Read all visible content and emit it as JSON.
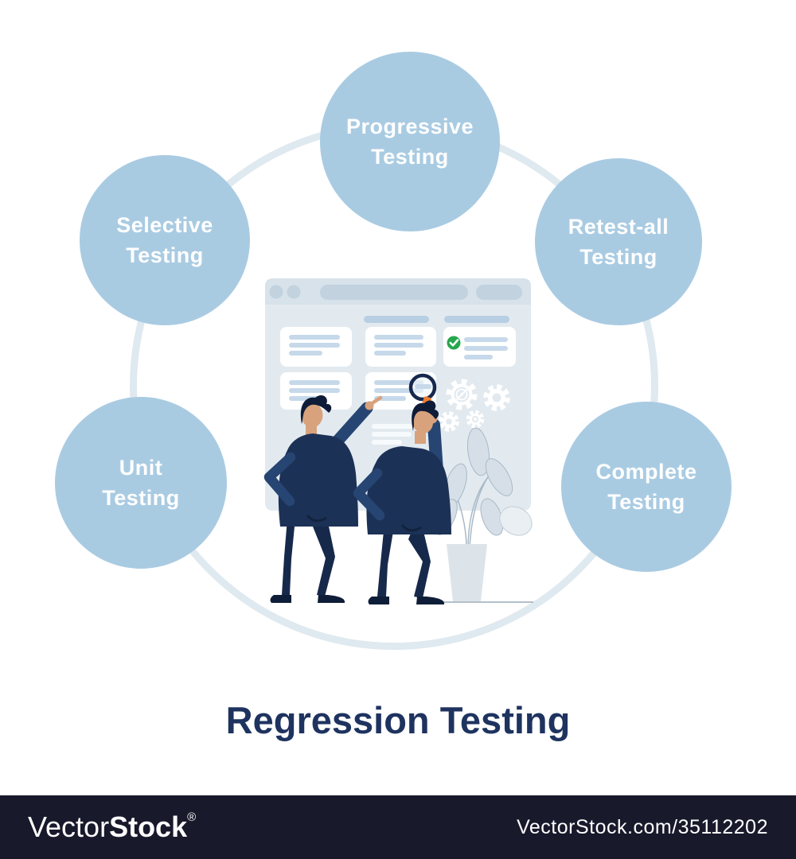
{
  "diagram": {
    "title": "Regression Testing",
    "nodes": [
      {
        "line1": "Progressive",
        "line2": "Testing"
      },
      {
        "line1": "Selective",
        "line2": "Testing"
      },
      {
        "line1": "Retest-all",
        "line2": "Testing"
      },
      {
        "line1": "Unit",
        "line2": "Testing"
      },
      {
        "line1": "Complete",
        "line2": "Testing"
      }
    ]
  },
  "watermark": {
    "brand_light": "Vector",
    "brand_bold": "Stock",
    "registered_mark": "®",
    "image_url_label": "VectorStock.com/35112202"
  },
  "colors": {
    "node_fill": "#a9cbe2",
    "ring_stroke": "#dfe9f0",
    "title_navy": "#1e335f",
    "footer_bg": "#18192b",
    "board_bg": "#e2eaf0",
    "board_header": "#d7e2ea",
    "card_line": "#c6d9ea",
    "check_green": "#26a64c",
    "magnifier_orange": "#ee7d2e",
    "suit_navy": "#1c3156",
    "sleeve_navy": "#264572",
    "skin": "#d8a27c"
  },
  "icons": [
    "check-icon",
    "magnifier-icon",
    "gear-icon",
    "browser-window-icon",
    "plant-decoration"
  ]
}
